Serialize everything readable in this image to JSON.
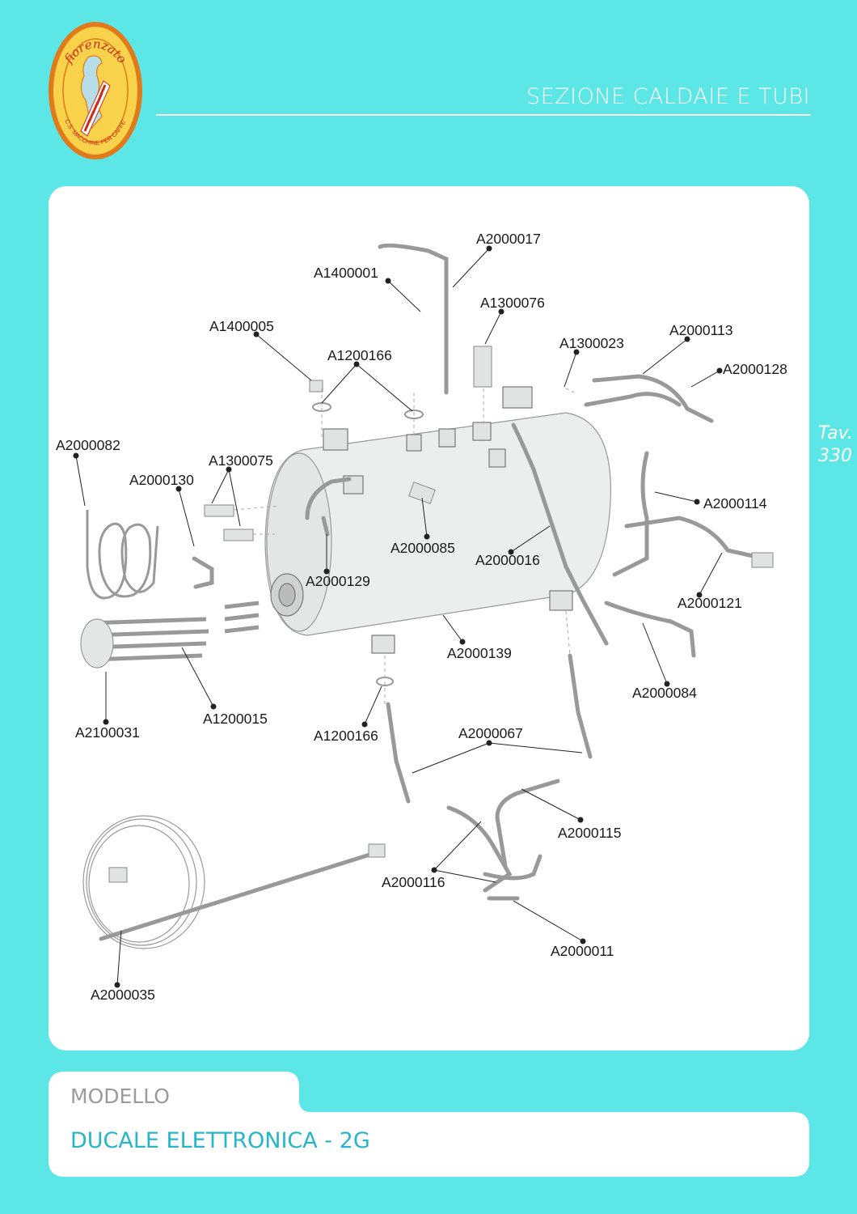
{
  "header": {
    "section_title": "SEZIONE CALDAIE E TUBI",
    "table_label": "Tav.",
    "table_number": "330"
  },
  "logo": {
    "brand": "fiorenzato",
    "subtitle": "C.S. MACCHINE PER CAFFE'"
  },
  "parts": {
    "A2000017": "A2000017",
    "A1400001": "A1400001",
    "A1300076": "A1300076",
    "A1400005": "A1400005",
    "A1200166_top": "A1200166",
    "A1300023": "A1300023",
    "A2000113": "A2000113",
    "A2000128": "A2000128",
    "A2000082": "A2000082",
    "A1300075": "A1300075",
    "A2000130": "A2000130",
    "A2000114": "A2000114",
    "A2000085": "A2000085",
    "A2000016": "A2000016",
    "A2000129": "A2000129",
    "A2000121": "A2000121",
    "A2000139": "A2000139",
    "A2000084": "A2000084",
    "A2100031": "A2100031",
    "A1200015": "A1200015",
    "A1200166_bottom": "A1200166",
    "A2000067": "A2000067",
    "A2000115": "A2000115",
    "A2000116": "A2000116",
    "A2000011": "A2000011",
    "A2000035": "A2000035"
  },
  "footer": {
    "model_label": "MODELLO",
    "model_name": "DUCALE ELETTRONICA - 2G"
  },
  "colors": {
    "background": "#5ce6e6",
    "panel": "#ffffff",
    "model_name": "#27b5c9",
    "model_label": "#9b9b9b",
    "logo_fill": "#f7d24a",
    "logo_border": "#e07a1a"
  }
}
